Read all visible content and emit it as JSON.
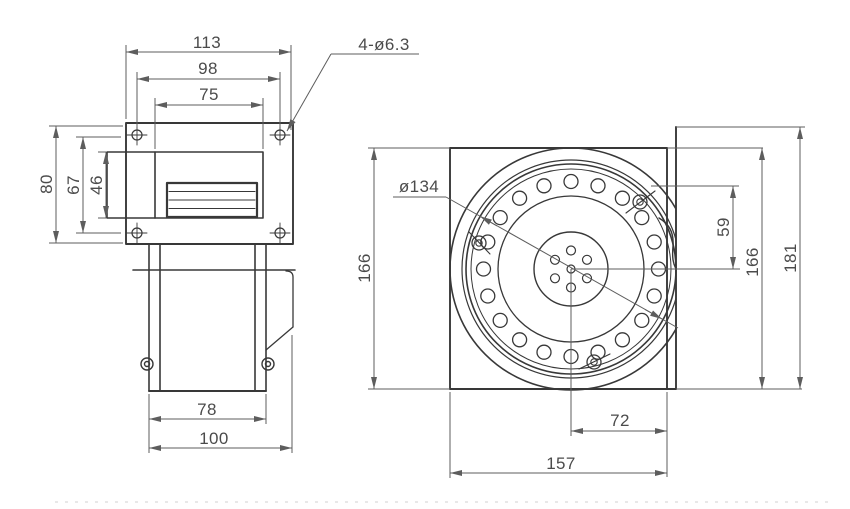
{
  "style": {
    "background": "#ffffff",
    "object_line_color": "#383838",
    "dimension_line_color": "#5d5d5d",
    "text_color": "#4b4b4b",
    "artifact_color": "#d8d8d8"
  },
  "side_view": {
    "overall_width": "113",
    "hole_spacing_width": "98",
    "outlet_width": "75",
    "flange_height": "80",
    "hole_spacing_height": "67",
    "outlet_height": "46",
    "body_width": "78",
    "overall_depth": "100",
    "mounting_holes_note": "4-ø6.3"
  },
  "front_view": {
    "impeller_diameter_note": "ø134",
    "plate_height": "166",
    "center_to_outlet_top": "59",
    "right_height": "166",
    "overall_height": "181",
    "center_to_right_edge": "72",
    "plate_width": "157"
  }
}
